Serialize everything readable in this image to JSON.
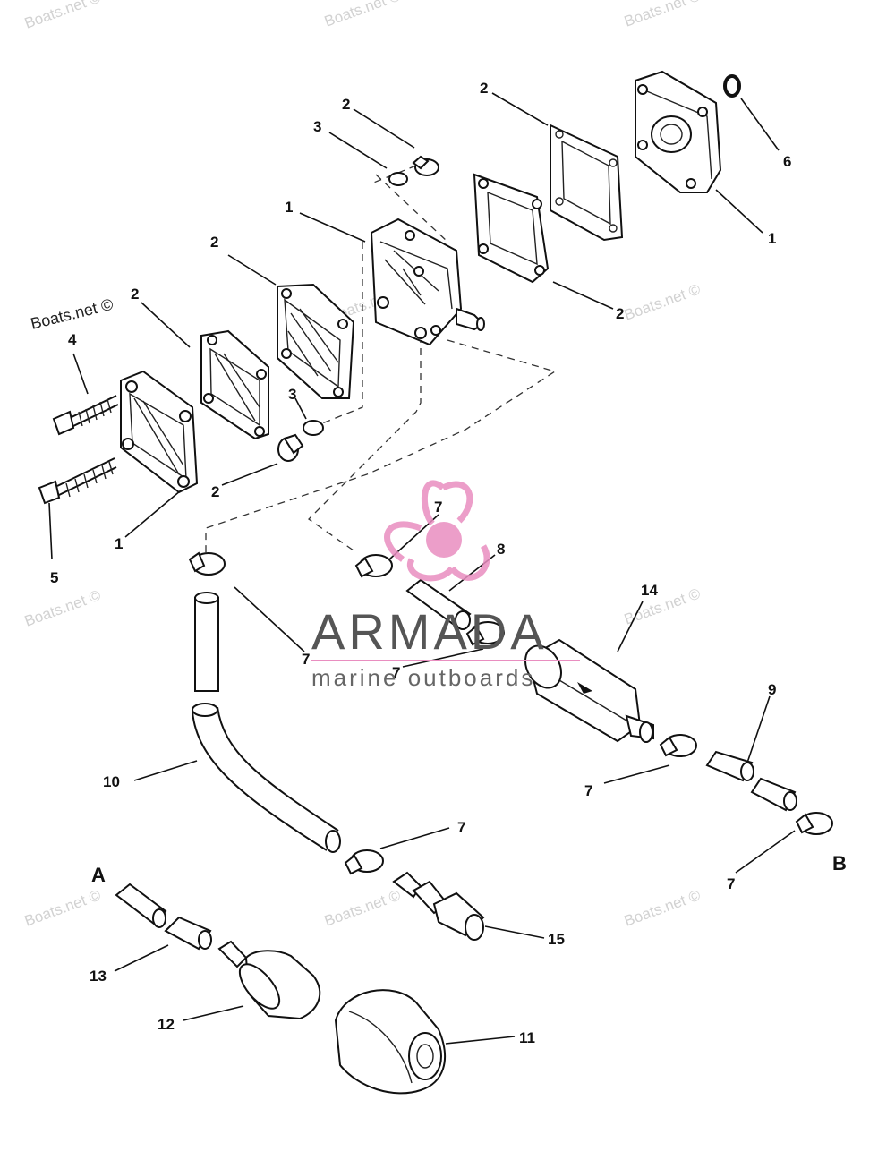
{
  "watermark": {
    "text": "Boats.net ©",
    "dark_text": "Boats.net ©"
  },
  "logo": {
    "brand": "ARMADA",
    "tagline": "marine outboards",
    "accent_color": "#e98ec0"
  },
  "callouts": {
    "c1a": "1",
    "c1b": "1",
    "c1c": "1",
    "c2a": "2",
    "c2b": "2",
    "c2c": "2",
    "c2d": "2",
    "c2e": "2",
    "c2f": "2",
    "c3a": "3",
    "c3b": "3",
    "c4": "4",
    "c5": "5",
    "c6": "6",
    "c7a": "7",
    "c7b": "7",
    "c7c": "7",
    "c7d": "7",
    "c7e": "7",
    "c7f": "7",
    "c8": "8",
    "c9": "9",
    "c10": "10",
    "c11": "11",
    "c12": "12",
    "c13": "13",
    "c14": "14",
    "c15": "15",
    "A": "A",
    "B": "B"
  },
  "parts": [
    {
      "name": "screw-4-icon"
    },
    {
      "name": "screw-5-icon"
    },
    {
      "name": "pump-cover-icon"
    },
    {
      "name": "gasket-icon"
    },
    {
      "name": "diaphragm-icon"
    },
    {
      "name": "pump-body-icon"
    },
    {
      "name": "o-ring-icon"
    },
    {
      "name": "hose-clamp-icon"
    },
    {
      "name": "hose-icon"
    },
    {
      "name": "fuel-filter-icon"
    },
    {
      "name": "primer-bulb-icon"
    },
    {
      "name": "connector-icon"
    }
  ]
}
